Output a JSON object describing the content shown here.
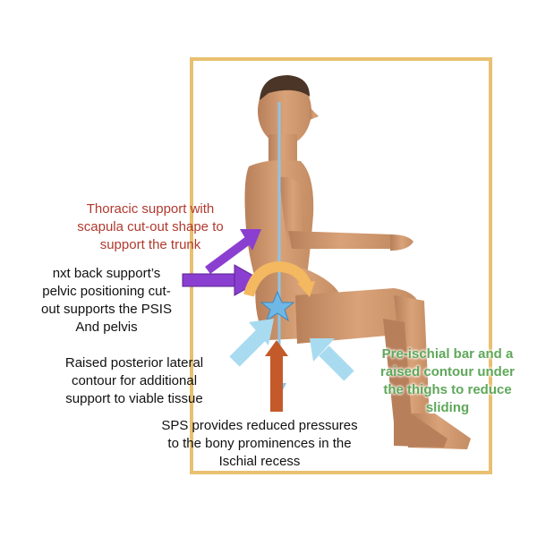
{
  "annotations": {
    "thoracic": {
      "lines": [
        "Thoracic support with",
        "scapula cut-out shape to",
        "support the trunk"
      ],
      "color": "#b03a2e"
    },
    "pelvic": {
      "lines": [
        "nxt back support’s",
        "pelvic positioning cut-",
        "out supports the PSIS",
        "And pelvis"
      ],
      "color": "#111111"
    },
    "lateral": {
      "lines": [
        "Raised posterior lateral",
        "contour  for additional",
        "support to viable tissue"
      ],
      "color": "#111111"
    },
    "sps": {
      "lines": [
        "SPS provides reduced pressures",
        "to the bony prominences in the",
        "Ischial recess"
      ],
      "color": "#111111"
    },
    "preischial": {
      "lines": [
        "Pre-ischial bar and a",
        "raised contour under",
        "the thighs to reduce",
        "sliding"
      ],
      "color": "#5fa85a"
    }
  },
  "colors": {
    "frame": "#e8c070",
    "skin": "#d9a278",
    "skin_shadow": "#b8805a",
    "hair": "#4a3526",
    "center_line": "#8ec4e6",
    "thoracic_arrow": "#8b3fd0",
    "lateral_arrow": "#a9dbf0",
    "pelvic_curve": "#f4b860",
    "star": "#6fb8e6",
    "sps_arrow": "#c45a2a"
  },
  "icons": {
    "star": "star-icon",
    "pelvic_curve": "curved-arrow-icon"
  }
}
